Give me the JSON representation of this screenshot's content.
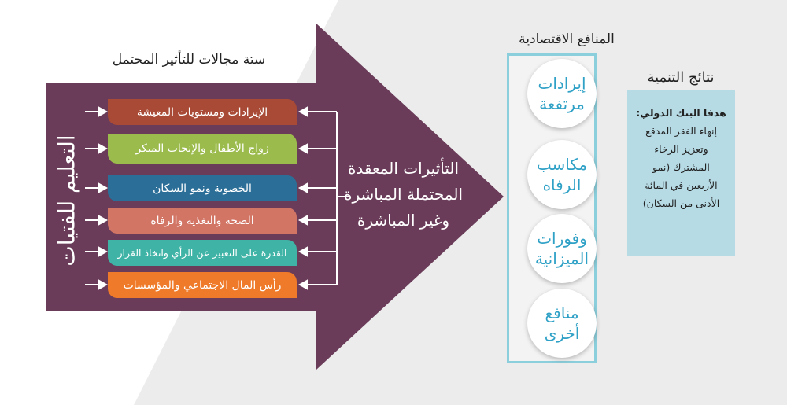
{
  "titles": {
    "six_areas": "ستة مجالات للتأثير المحتمل",
    "economic_benefits": "المنافع الاقتصادية",
    "development_outcomes": "نتائج التنمية"
  },
  "arrow_label": "التعليم للفتيات",
  "center_text": [
    "التأثيرات المعقدة",
    "المحتملة المباشرة",
    "وغير المباشرة"
  ],
  "areas": [
    {
      "label": "الإيرادات ومستويات المعيشة",
      "color": "#a84a35"
    },
    {
      "label": "زواج الأطفال والإنجاب المبكر",
      "color": "#9bbb4c"
    },
    {
      "label": "الخصوبة ونمو السكان",
      "color": "#2b6f98"
    },
    {
      "label": "الصحة والتغذية والرفاه",
      "color": "#d27565"
    },
    {
      "label": "القدرة على التعبير عن الرأي واتخاذ القرار",
      "color": "#3fb3a6"
    },
    {
      "label": "رأس المال الاجتماعي والمؤسسات",
      "color": "#ee7a2a"
    }
  ],
  "benefits": [
    {
      "lines": [
        "إيرادات",
        "مرتفعة"
      ]
    },
    {
      "lines": [
        "مكاسب",
        "الرفاه"
      ]
    },
    {
      "lines": [
        "وفورات",
        "الميزانية"
      ]
    },
    {
      "lines": [
        "منافع",
        "أخرى"
      ]
    }
  ],
  "world_bank": {
    "heading": "هدفا البنك الدولي:",
    "lines": [
      "إنهاء الفقر المدقع",
      "وتعزيز الرخاء",
      "المشترك (نمو",
      "الأربعين في المائة",
      "الأدنى من السكان)"
    ]
  },
  "colors": {
    "arrow": "#6a3c59",
    "econ_border": "#8ccfdc",
    "benefit_text": "#2fa1c6",
    "wb_box": "#b6dbe5"
  }
}
